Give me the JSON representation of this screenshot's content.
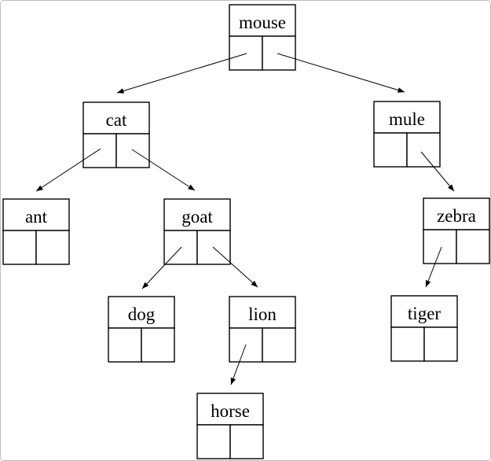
{
  "diagram": {
    "type": "binary-tree-linked-nodes",
    "colors": {
      "background": "#ffffff",
      "node_border": "#000000",
      "edge_line": "#000000",
      "frame_border": "#bdbdbd"
    },
    "nodes": [
      {
        "id": "mouse",
        "label": "mouse"
      },
      {
        "id": "cat",
        "label": "cat"
      },
      {
        "id": "mule",
        "label": "mule"
      },
      {
        "id": "ant",
        "label": "ant"
      },
      {
        "id": "goat",
        "label": "goat"
      },
      {
        "id": "zebra",
        "label": "zebra"
      },
      {
        "id": "dog",
        "label": "dog"
      },
      {
        "id": "lion",
        "label": "lion"
      },
      {
        "id": "tiger",
        "label": "tiger"
      },
      {
        "id": "horse",
        "label": "horse"
      }
    ],
    "edges": [
      {
        "parent": "mouse",
        "side": "left",
        "child": "cat"
      },
      {
        "parent": "mouse",
        "side": "right",
        "child": "mule"
      },
      {
        "parent": "cat",
        "side": "left",
        "child": "ant"
      },
      {
        "parent": "cat",
        "side": "right",
        "child": "goat"
      },
      {
        "parent": "mule",
        "side": "right",
        "child": "zebra"
      },
      {
        "parent": "goat",
        "side": "left",
        "child": "dog"
      },
      {
        "parent": "goat",
        "side": "right",
        "child": "lion"
      },
      {
        "parent": "zebra",
        "side": "left",
        "child": "tiger"
      },
      {
        "parent": "lion",
        "side": "left",
        "child": "horse"
      }
    ]
  }
}
